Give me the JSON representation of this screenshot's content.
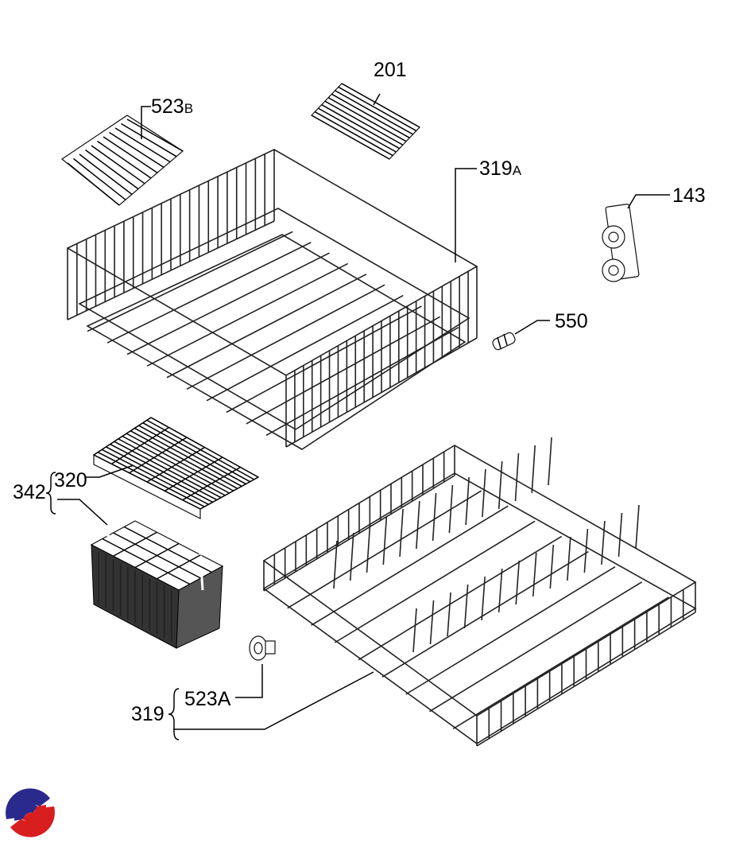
{
  "diagram": {
    "labels": {
      "p201": "201",
      "p523b_num": "523",
      "p523b_suffix": "B",
      "p319a_num": "319",
      "p319a_suffix": "A",
      "p143": "143",
      "p550": "550",
      "p342": "342",
      "p320": "320",
      "p523a": "523A",
      "p319": "319"
    },
    "logo_colors": {
      "blue": "#2a2a8c",
      "red": "#d81e1e"
    }
  }
}
